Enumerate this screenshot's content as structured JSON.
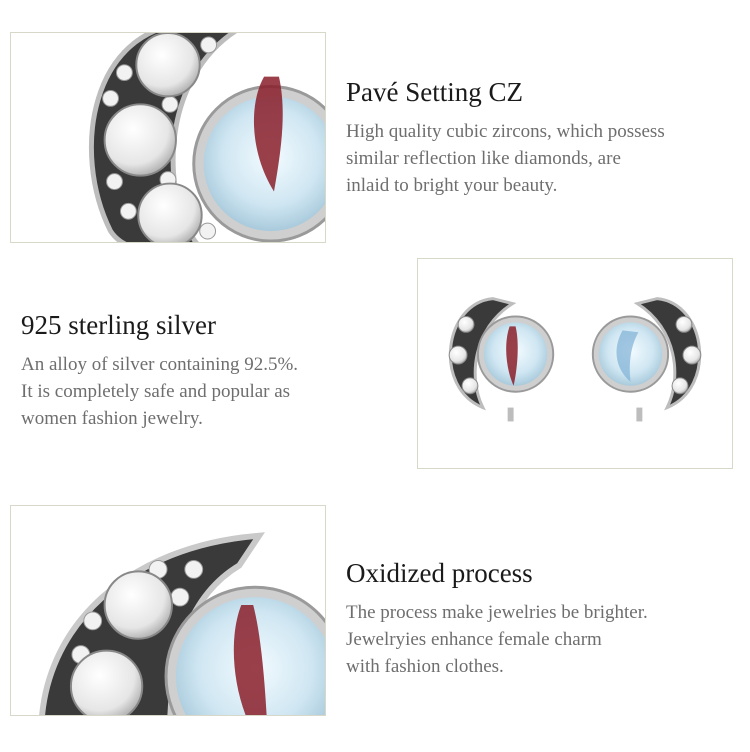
{
  "sections": [
    {
      "title": "Pavé Setting CZ",
      "lines": [
        "High quality cubic zircons, which possess",
        "similar reflection like diamonds, are",
        "inlaid to bright your beauty."
      ]
    },
    {
      "title": "925 sterling silver",
      "lines": [
        "An alloy of silver containing 92.5%.",
        "It is completely safe and popular as",
        "women fashion jewelry."
      ]
    },
    {
      "title": "Oxidized process",
      "lines": [
        "The process make jewelries be brighter.",
        "Jewelryies enhance female charm",
        "with fashion clothes."
      ]
    }
  ],
  "colors": {
    "frame": "#d8d8c8",
    "title": "#1a1a1a",
    "body_text": "#6e6e6e",
    "silver": "#c9c9c9",
    "oxidized": "#3a3a3a",
    "moonstone": "#cfe6f2",
    "flash": "#8a1f2a"
  }
}
